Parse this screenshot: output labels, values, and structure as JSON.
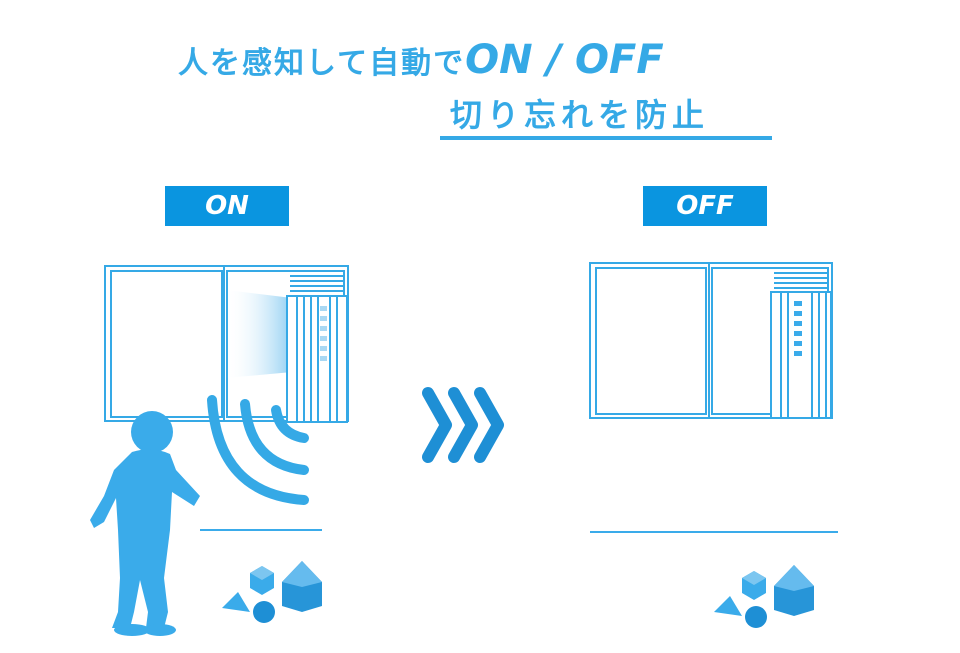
{
  "title": {
    "line1_prefix": "人を感知して自動で",
    "line1_emphasis": "ON / OFF",
    "line2": "切り忘れを防止"
  },
  "states": {
    "on_label": "ON",
    "off_label": "OFF"
  },
  "colors": {
    "primary": "#35a9e6",
    "badge": "#0a95e0",
    "line": "#3aabea"
  },
  "icons": {
    "transition": "triple-chevron-right-icon",
    "person": "child-silhouette-icon",
    "toys": "toy-blocks-icon",
    "sensor": "motion-wave-icon"
  }
}
